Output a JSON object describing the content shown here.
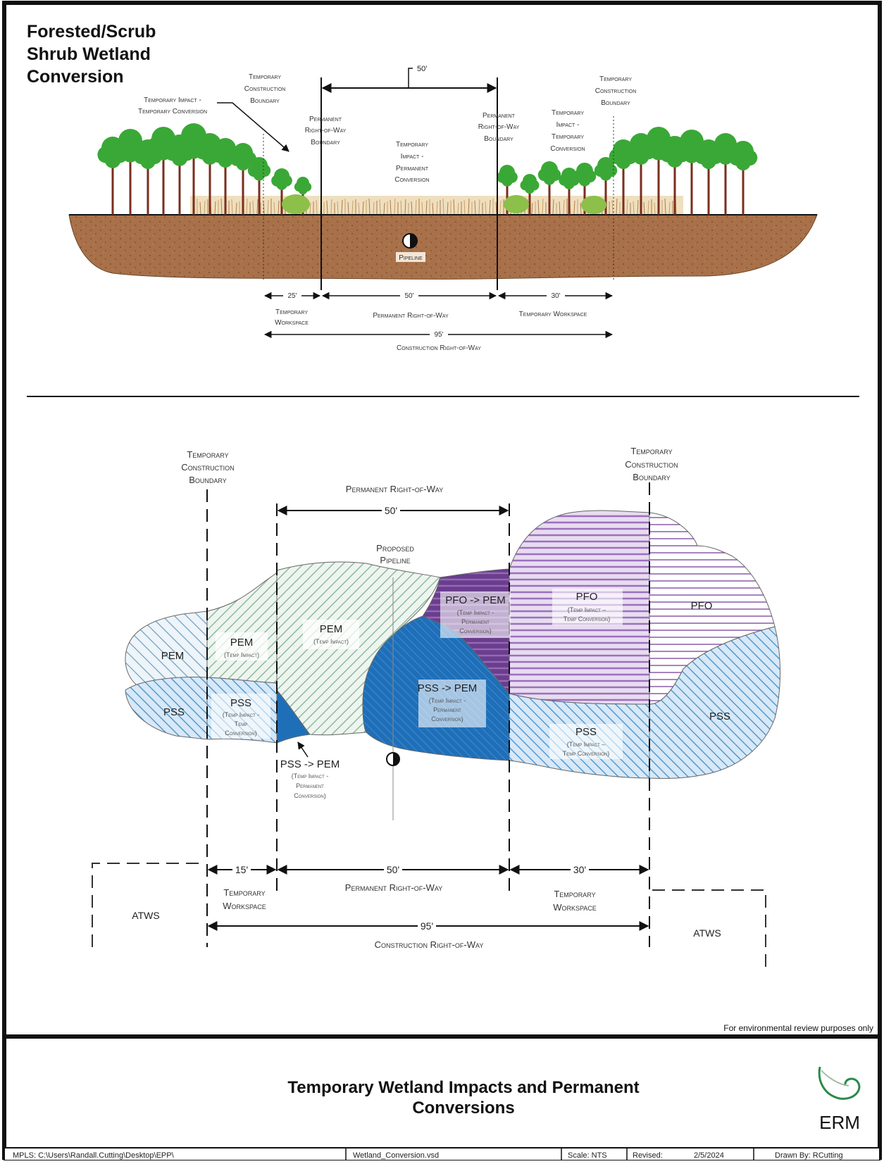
{
  "top": {
    "title": [
      "Forested/Scrub",
      "Shrub Wetland",
      "Conversion"
    ],
    "dim_top": "50'",
    "labels": {
      "temp_impact_left": [
        "Temporary Impact -",
        "Temporary Conversion"
      ],
      "temp_boundary_left": [
        "Temporary",
        "Construction",
        "Boundary"
      ],
      "perm_row_left": [
        "Permanent",
        "Right-of-Way",
        "Boundary"
      ],
      "center_impact": [
        "Temporary",
        "Impact -",
        "Permanent",
        "Conversion"
      ],
      "perm_row_right": [
        "Permanent",
        "Right-of-Way",
        "Boundary"
      ],
      "temp_impact_right": [
        "Temporary",
        "Impact -",
        "Temporary",
        "Conversion"
      ],
      "temp_boundary_right": [
        "Temporary",
        "Construction",
        "Boundary"
      ],
      "pipeline": "Pipeline"
    },
    "dims": {
      "left_width": "25'",
      "left_label": [
        "Temporary",
        "Workspace"
      ],
      "mid_width": "50'",
      "mid_label": "Permanent Right-of-Way",
      "right_width": "30'",
      "right_label": "Temporary Workspace",
      "total_width": "95'",
      "total_label": "Construction Right-of-Way"
    }
  },
  "bottom": {
    "temp_boundary_left": [
      "Temporary",
      "Construction",
      "Boundary"
    ],
    "temp_boundary_right": [
      "Temporary",
      "Construction",
      "Boundary"
    ],
    "perm_row_top_label": "Permanent Right-of-Way",
    "perm_row_top_width": "50'",
    "proposed_pipeline": [
      "Proposed",
      "Pipeline"
    ],
    "zones": {
      "pem_left": "PEM",
      "pss_left": "PSS",
      "pem_temp1": {
        "code": "PEM",
        "sub": [
          "(Temp Impact)"
        ]
      },
      "pem_temp2": {
        "code": "PEM",
        "sub": [
          "(Temp Impact)"
        ]
      },
      "pss_temp": {
        "code": "PSS",
        "sub": [
          "(Temp Impact -",
          "Temp",
          "Conversion)"
        ]
      },
      "pfo_pem": {
        "code": "PFO -> PEM",
        "sub": [
          "(Temp Impact -",
          "Permanent",
          "Conversion)"
        ]
      },
      "pss_pem_center": {
        "code": "PSS -> PEM",
        "sub": [
          "(Temp Impact -",
          "Permanent",
          "Conversion)"
        ]
      },
      "pss_pem_callout": {
        "code": "PSS -> PEM",
        "sub": [
          "(Temp Impact -",
          "Permanent",
          "Conversion)"
        ]
      },
      "pfo_temp": {
        "code": "PFO",
        "sub": [
          "(Temp Impact –",
          "Temp Conversion)"
        ]
      },
      "pfo_right": "PFO",
      "pss_temp_right": {
        "code": "PSS",
        "sub": [
          "(Temp Impact –",
          "Temp Conversion)"
        ]
      },
      "pss_right": "PSS"
    },
    "dims": {
      "left_width": "15'",
      "left_label": [
        "Temporary",
        "Workspace"
      ],
      "mid_width": "50'",
      "mid_label": "Permanent Right-of-Way",
      "right_width": "30'",
      "right_label": [
        "Temporary",
        "Workspace"
      ],
      "total_width": "95'",
      "total_label": "Construction Right-of-Way",
      "atws_left": "ATWS",
      "atws_right": "ATWS"
    }
  },
  "review_note": "For environmental review purposes only",
  "title_block": {
    "title": [
      "Temporary Wetland Impacts and Permanent",
      "Conversions"
    ],
    "logo_text": "ERM",
    "footer": {
      "path": "MPLS: C:\\Users\\Randall.Cutting\\Desktop\\EPP\\",
      "file": "Wetland_Conversion.vsd",
      "scale": "Scale: NTS",
      "revised_label": "Revised:",
      "revised_date": "2/5/2024",
      "drawn_by": "Drawn By: RCutting"
    }
  },
  "colors": {
    "soil": "#a8714a",
    "tree": "#3aa836",
    "pem": "#7fae9a",
    "pss": "#5aa3d8",
    "pss_dark": "#1f6fb8",
    "pfo": "#8a5aaa",
    "pfo_dark": "#6a3d8e"
  }
}
